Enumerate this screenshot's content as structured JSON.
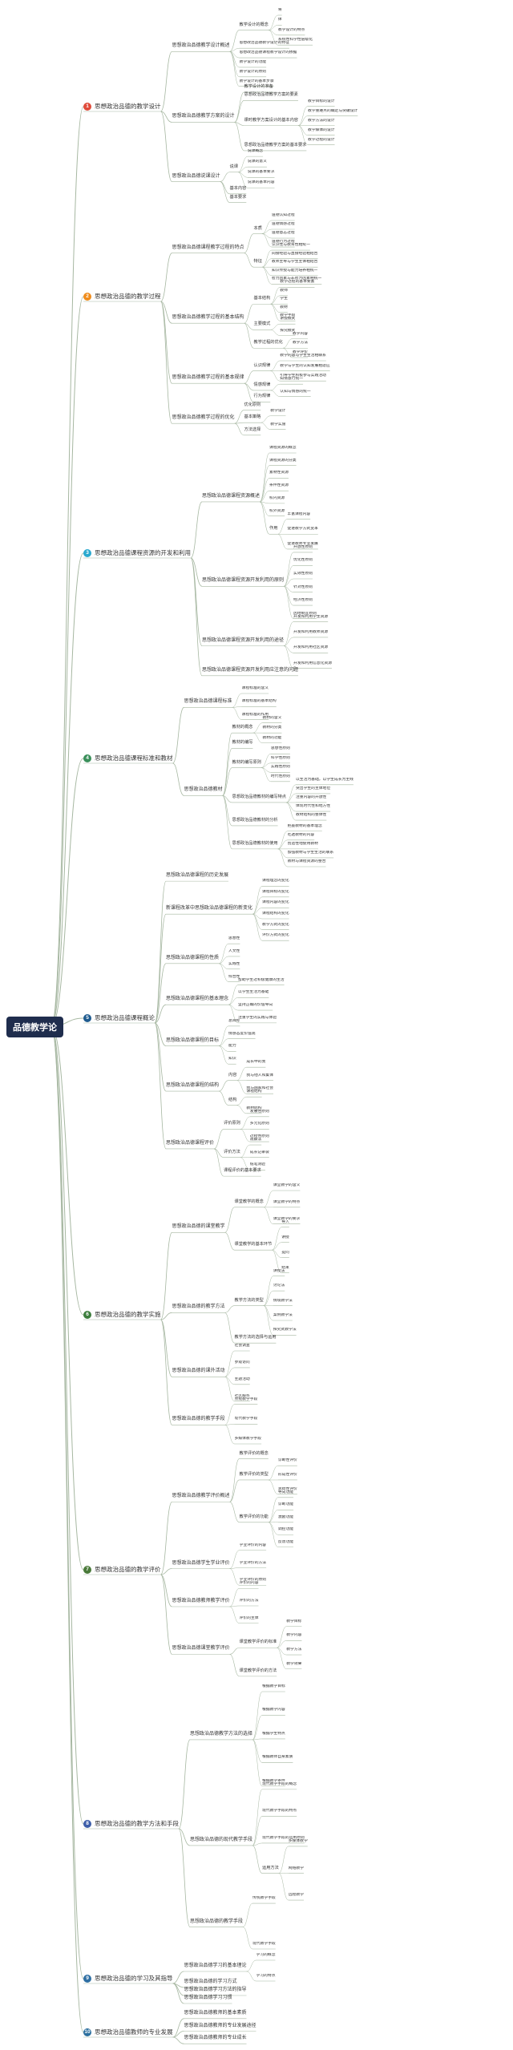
{
  "root": "品德教学论",
  "branches": [
    {
      "num": "1",
      "label": "思想政治品德的教学设计",
      "color": "#e04b3a",
      "children": [
        {
          "label": "思想政治品德教学设计概述",
          "children": [
            {
              "label": "教学设计的概念",
              "children": [
                "将",
                "体",
                "教学设计的特点",
                "系统性科学性层级化"
              ]
            },
            {
              "label": "",
              "children": [
                "思想政治品德教学设计的特征",
                "思想政治品德课程教学设计的依据",
                "教学设计的功能",
                "教学设计的原则",
                "教学设计的基本步骤"
              ]
            }
          ]
        },
        {
          "label": "思想政治品德教学方案的设计",
          "children": [
            {
              "label": "教学设计的准备",
              "children": []
            },
            {
              "label": "思想政治品德教学方案的要素",
              "children": []
            },
            {
              "label": "课时教学方案设计的基本内容",
              "children": [
                "教学目标的设计",
                "教学重难点的确定与突破设计",
                "教学方法的设计",
                "教学媒体的设计",
                "教学过程的设计"
              ]
            },
            {
              "label": "思想政治品德教学方案的基本要求",
              "children": []
            }
          ]
        },
        {
          "label": "思想政治品德说课设计",
          "children": [
            {
              "label": "说课",
              "children": [
                "说课概念",
                "说课的意义",
                "说课的基本要求",
                "说课的基本内容"
              ]
            },
            {
              "label": "基本内容",
              "children": []
            },
            {
              "label": "基本要求",
              "children": []
            }
          ]
        }
      ]
    },
    {
      "num": "2",
      "label": "思想政治品德的教学过程",
      "color": "#f08c1c",
      "children": [
        {
          "label": "思想政治品德课程教学过程的特点",
          "children": [
            {
              "label": "本质",
              "children": [
                "道德认知过程",
                "道德情感过程",
                "道德意志过程",
                "道德行为过程"
              ]
            },
            {
              "label": "特征",
              "children": [
                "认识性与教育性相统一",
                "间接经验与直接经验相结合",
                "教师主导与学生主体相结合",
                "知识传授与能力培养相统一",
                "智力因素与非智力因素相统一"
              ]
            }
          ]
        },
        {
          "label": "思想政治品德教学过程的基本结构",
          "children": [
            {
              "label": "基本结构",
              "children": [
                "教学过程的基本要素",
                "教师",
                "学生",
                "教材",
                "教学手段"
              ]
            },
            {
              "label": "主要模式",
              "children": [
                "讲授模式",
                "探究模式"
              ]
            },
            {
              "label": "教学过程的优化",
              "children": [
                "教学内容",
                "教学方法",
                "教学评价"
              ]
            }
          ]
        },
        {
          "label": "思想政治品德教学过程的基本规律",
          "children": [
            {
              "label": "认识规律",
              "children": [
                "教学内容与学生生活相联系",
                "教学与学生的认知发展相适应",
                "引导学生积极参与实践活动"
              ]
            },
            {
              "label": "情感规律",
              "children": [
                "知情意行统一",
                "认知与情感的统一"
              ]
            },
            {
              "label": "行为规律",
              "children": []
            }
          ]
        },
        {
          "label": "思想政治品德教学过程的优化",
          "children": [
            {
              "label": "优化原则",
              "children": []
            },
            {
              "label": "基本策略",
              "children": [
                "教学设计",
                "教学实施"
              ]
            },
            {
              "label": "方法选择",
              "children": []
            }
          ]
        }
      ]
    },
    {
      "num": "3",
      "label": "思想政治品德课程资源的开发和利用",
      "color": "#2aa9cf",
      "children": [
        {
          "label": "思想政治品德课程资源概述",
          "children": [
            {
              "label": "",
              "children": [
                "课程资源的概念",
                "课程资源的分类",
                "素材性资源",
                "条件性资源",
                "校内资源",
                "校外资源"
              ]
            },
            {
              "label": "作用",
              "children": [
                "丰富课程内容",
                "促进教学方式变革",
                "促进教师专业发展"
              ]
            }
          ]
        },
        {
          "label": "思想政治品德课程资源开发利用的原则",
          "children": [
            {
              "label": "",
              "children": [
                "开放性原则",
                "优化性原则",
                "实效性原则",
                "针对性原则",
                "经济性原则",
                "因地制宜原则"
              ]
            }
          ]
        },
        {
          "label": "思想政治品德课程资源开发利用的途径",
          "children": [
            {
              "label": "",
              "children": [
                "开发和利用学生资源",
                "开发和利用教师资源",
                "开发和利用社区资源",
                "开发和利用信息化资源"
              ]
            }
          ]
        },
        {
          "label": "思想政治品德课程资源开发利用应注意的问题",
          "children": []
        }
      ]
    },
    {
      "num": "4",
      "label": "思想政治品德课程标准和教材",
      "color": "#3a8f5a",
      "children": [
        {
          "label": "思想政治品德课程标准",
          "children": [
            {
              "label": "",
              "children": [
                "课程标准的含义",
                "课程标准的基本结构",
                "课程标准的作用"
              ]
            }
          ]
        },
        {
          "label": "思想政治品德教材",
          "children": [
            {
              "label": "教材的概念",
              "children": [
                "教材的含义",
                "教材的分类",
                "教材的功能"
              ]
            },
            {
              "label": "教材的编写",
              "children": []
            },
            {
              "label": "教材的编写原则",
              "children": [
                "思想性原则",
                "科学性原则",
                "实践性原则",
                "时代性原则"
              ]
            },
            {
              "label": "思想政治品德教材的编写特点",
              "children": [
                "以生活为基础，以学生成长为主线",
                "突出学生的主体地位",
                "注重内容的开放性",
                "体现时代性和地方性",
                "教材结构的整体性"
              ]
            },
            {
              "label": "思想政治品德教材的分析",
              "children": []
            },
            {
              "label": "思想政治品德教材的使用",
              "children": [
                "把握教材的基本理念",
                "吃透教材的内容",
                "创造性地使用教材",
                "加强教材与学生生活的联系",
                "教材与课程资源的整合"
              ]
            }
          ]
        }
      ]
    },
    {
      "num": "5",
      "label": "思想政治品德课程概论",
      "color": "#1f5b8f",
      "children": [
        {
          "label": "思想政治品德课程的历史发展",
          "children": []
        },
        {
          "label": "新课程改革中思想政治品德课程的新变化",
          "children": [
            {
              "label": "",
              "children": [
                "课程理念的变化",
                "课程目标的变化",
                "课程内容的变化",
                "课程结构的变化",
                "教学方式的变化",
                "评价方式的变化"
              ]
            }
          ]
        },
        {
          "label": "思想政治品德课程的性质",
          "children": [
            {
              "label": "",
              "children": [
                "思想性",
                "人文性",
                "实践性",
                "综合性"
              ]
            }
          ]
        },
        {
          "label": "思想政治品德课程的基本理念",
          "children": [
            {
              "label": "",
              "children": [
                "帮助学生过积极健康的生活",
                "以学生生活为基础",
                "坚持正确的价值导向",
                "注重学生的实践与体验"
              ]
            }
          ]
        },
        {
          "label": "思想政治品德课程的目标",
          "children": [
            {
              "label": "",
              "children": [
                "总目标",
                "情感态度价值观",
                "能力",
                "知识"
              ]
            }
          ]
        },
        {
          "label": "思想政治品德课程的结构",
          "children": [
            {
              "label": "内容",
              "children": [
                "成长中的我",
                "我与他人和集体",
                "我与国家和社会"
              ]
            },
            {
              "label": "结构",
              "children": [
                "课程结构",
                "教材结构"
              ]
            }
          ]
        },
        {
          "label": "思想政治品德课程评价",
          "children": [
            {
              "label": "评价原则",
              "children": [
                "发展性原则",
                "多元化原则",
                "过程性原则"
              ]
            },
            {
              "label": "评价方法",
              "children": [
                "观察法",
                "成长记录袋",
                "纸笔测验"
              ]
            },
            {
              "label": "课程评价的基本要求",
              "children": []
            }
          ]
        }
      ]
    },
    {
      "num": "6",
      "label": "思想政治品德的教学实施",
      "color": "#3c7d3c",
      "children": [
        {
          "label": "思想政治品德的课堂教学",
          "children": [
            {
              "label": "课堂教学的概念",
              "children": [
                "课堂教学的含义",
                "课堂教学的特点",
                "课堂教学的要求"
              ]
            },
            {
              "label": "课堂教学的基本环节",
              "children": [
                "导入",
                "讲授",
                "提问",
                "结束"
              ]
            }
          ]
        },
        {
          "label": "思想政治品德的教学方法",
          "children": [
            {
              "label": "教学方法的类型",
              "children": [
                "讲授法",
                "讨论法",
                "情境教学法",
                "案例教学法",
                "探究式教学法"
              ]
            },
            {
              "label": "教学方法的选择与运用",
              "children": []
            }
          ]
        },
        {
          "label": "思想政治品德的课外活动",
          "children": [
            {
              "label": "",
              "children": [
                "社会调查",
                "参观访问",
                "主题活动",
                "社区服务"
              ]
            }
          ]
        },
        {
          "label": "思想政治品德的教学手段",
          "children": [
            {
              "label": "",
              "children": [
                "传统教学手段",
                "现代教学手段",
                "多媒体教学手段"
              ]
            }
          ]
        }
      ]
    },
    {
      "num": "7",
      "label": "思想政治品德的教学评价",
      "color": "#4a7a3a",
      "children": [
        {
          "label": "思想政治品德教学评价概述",
          "children": [
            {
              "label": "教学评价的概念",
              "children": []
            },
            {
              "label": "教学评价的类型",
              "children": [
                "诊断性评价",
                "形成性评价",
                "总结性评价"
              ]
            },
            {
              "label": "教学评价的功能",
              "children": [
                "导向功能",
                "诊断功能",
                "激励功能",
                "调控功能",
                "反馈功能"
              ]
            }
          ]
        },
        {
          "label": "思想政治品德学生学业评价",
          "children": [
            {
              "label": "",
              "children": [
                "学业评价的内容",
                "学业评价的方法",
                "学业评价的原则"
              ]
            }
          ]
        },
        {
          "label": "思想政治品德教师教学评价",
          "children": [
            {
              "label": "",
              "children": [
                "评价的内容",
                "评价的方法",
                "评价的主体"
              ]
            }
          ]
        },
        {
          "label": "思想政治品德课堂教学评价",
          "children": [
            {
              "label": "课堂教学评价的标准",
              "children": [
                "教学目标",
                "教学内容",
                "教学方法",
                "教学效果"
              ]
            },
            {
              "label": "课堂教学评价的方法",
              "children": []
            }
          ]
        }
      ]
    },
    {
      "num": "8",
      "label": "思想政治品德的教学方法和手段",
      "color": "#3d5ea8",
      "children": [
        {
          "label": "思想政治品德教学方法的选择",
          "children": [
            {
              "label": "",
              "children": [
                "根据教学目标",
                "根据教学内容",
                "根据学生特点",
                "根据教师自身素质",
                "根据教学条件"
              ]
            }
          ]
        },
        {
          "label": "思想政治品德的现代教学手段",
          "children": [
            {
              "label": "",
              "children": [
                "现代教学手段的概念",
                "现代教学手段的特点",
                "现代教学手段的运用原则"
              ]
            },
            {
              "label": "运用方法",
              "children": [
                "多媒体教学",
                "网络教学",
                "远程教学"
              ]
            }
          ]
        },
        {
          "label": "思想政治品德的教学手段",
          "children": [
            {
              "label": "",
              "children": [
                "传统教学手段",
                "现代教学手段"
              ]
            }
          ]
        }
      ]
    },
    {
      "num": "9",
      "label": "思想政治品德的学习及其指导",
      "color": "#2f6fa3",
      "children": [
        {
          "label": "思想政治品德学习的基本理论",
          "children": [
            {
              "label": "",
              "children": [
                "学习的概念",
                "学习的特点"
              ]
            }
          ]
        },
        {
          "label": "思想政治品德的学习方式",
          "children": []
        },
        {
          "label": "思想政治品德学习方法的指导",
          "children": []
        },
        {
          "label": "思想政治品德学习习惯",
          "children": []
        }
      ]
    },
    {
      "num": "10",
      "label": "思想政治品德教师的专业发展",
      "color": "#2c6f9e",
      "children": [
        {
          "label": "思想政治品德教师的基本素质",
          "children": []
        },
        {
          "label": "思想政治品德教师的专业发展途径",
          "children": []
        },
        {
          "label": "思想政治品德教师的专业成长",
          "children": []
        }
      ]
    }
  ]
}
